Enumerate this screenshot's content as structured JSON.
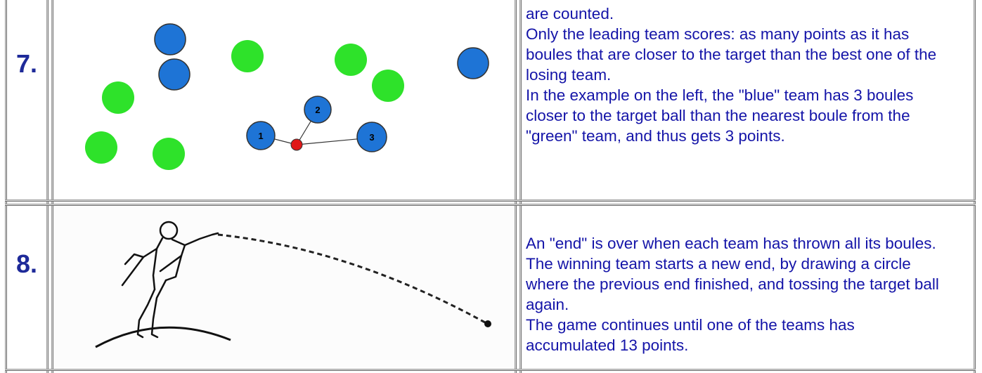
{
  "rows": [
    {
      "number": "7.",
      "lines": [
        "are counted.",
        "Only the leading team scores: as many points as it has boules that are closer to the target than the best one of the losing team.",
        "In the example on the left, the \"blue\" team has 3 boules closer to the target ball than the nearest boule from the \"green\" team, and thus gets 3 points."
      ],
      "diagram": {
        "numbered_boules": [
          "1",
          "2",
          "3"
        ],
        "colors": {
          "blue": "#1e74d6",
          "green": "#2ee22a",
          "target": "#e01818"
        }
      }
    },
    {
      "number": "8.",
      "lines": [
        "An \"end\" is over when each team has thrown all its boules. The winning team starts a new end, by drawing a circle where the previous end finished, and tossing the target ball again.",
        "The game continues until one of the teams has accumulated 13 points."
      ]
    }
  ]
}
